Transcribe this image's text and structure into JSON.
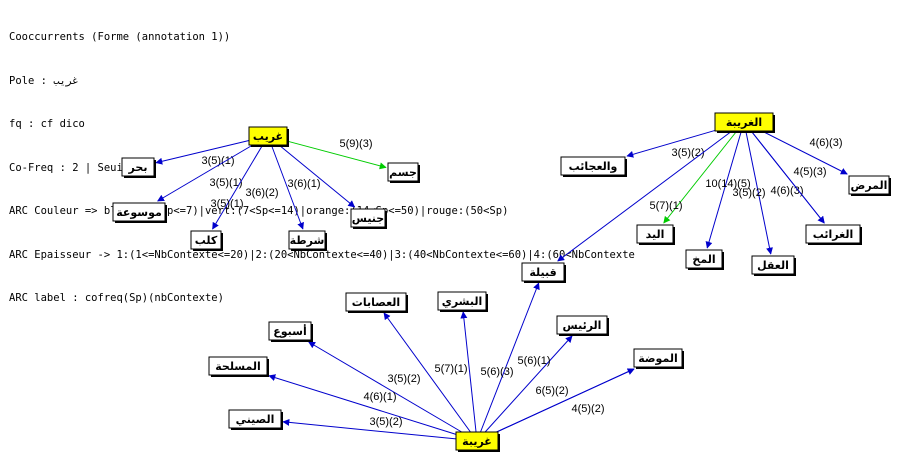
{
  "header": {
    "lines": [
      "Cooccurrents (Forme (annotation 1))",
      "Pole : غريب",
      "fq : cf dico",
      "Co-Freq : 2 | Seuil : 5",
      "ARC Couleur => bleu:(5<=Sp<=7)|vert:(7<Sp<=14)|orange:(14<Sp<=50)|rouge:(50<Sp)",
      "ARC Epaisseur -> 1:(1<=NbContexte<=20)|2:(20<NbContexte<=40)|3:(40<NbContexte<=60)|4:(60<NbContexte",
      "ARC label : cofreq(Sp)(nbContexte)"
    ]
  },
  "colors": {
    "pole_fill": "#ffff00",
    "node_fill": "#ffffff",
    "arc_blue": "#0000cc",
    "arc_green": "#00cc00"
  },
  "graph": {
    "nodes": [
      {
        "id": "g1",
        "label": "غريب",
        "pole": true
      },
      {
        "id": "bahr",
        "label": "بحر"
      },
      {
        "id": "mawsua",
        "label": "موسوعة"
      },
      {
        "id": "kalb",
        "label": "كلب"
      },
      {
        "id": "shurta",
        "label": "شرطة"
      },
      {
        "id": "jins",
        "label": "جنيس"
      },
      {
        "id": "jism",
        "label": "جسم"
      },
      {
        "id": "g2",
        "label": "الغريبة",
        "pole": true
      },
      {
        "id": "ajaib",
        "label": "والعجائب"
      },
      {
        "id": "yad",
        "label": "اليد"
      },
      {
        "id": "mukh",
        "label": "المخ"
      },
      {
        "id": "aql",
        "label": "العقل"
      },
      {
        "id": "gharaib",
        "label": "الغرائب"
      },
      {
        "id": "marad",
        "label": "المرض"
      },
      {
        "id": "g3",
        "label": "غريبة",
        "pole": true
      },
      {
        "id": "qabila",
        "label": "قبيلة"
      },
      {
        "id": "isabat",
        "label": "العصابات"
      },
      {
        "id": "bashari",
        "label": "البشري"
      },
      {
        "id": "usbu",
        "label": "أسبوع"
      },
      {
        "id": "rais",
        "label": "الرئيس"
      },
      {
        "id": "musallaha",
        "label": "المسلحة"
      },
      {
        "id": "mawda",
        "label": "الموضة"
      },
      {
        "id": "sini",
        "label": "الصيني"
      }
    ],
    "edges": [
      {
        "from": "g1",
        "to": "bahr",
        "label": "3(5)(1)",
        "color": "blue"
      },
      {
        "from": "g1",
        "to": "mawsua",
        "label": "3(5)(1)",
        "color": "blue"
      },
      {
        "from": "g1",
        "to": "kalb",
        "label": "3(5)(1)",
        "color": "blue"
      },
      {
        "from": "g1",
        "to": "shurta",
        "label": "3(6)(2)",
        "color": "blue"
      },
      {
        "from": "g1",
        "to": "jins",
        "label": "3(6)(1)",
        "color": "blue"
      },
      {
        "from": "g1",
        "to": "jism",
        "label": "5(9)(3)",
        "color": "green"
      },
      {
        "from": "g2",
        "to": "ajaib",
        "label": "3(5)(2)",
        "color": "blue"
      },
      {
        "from": "g2",
        "to": "qabila",
        "label": "",
        "color": "blue"
      },
      {
        "from": "g2",
        "to": "yad",
        "label": "5(7)(1)",
        "color": "green"
      },
      {
        "from": "g2",
        "to": "mukh",
        "label": "10(14)(5)",
        "color": "blue"
      },
      {
        "from": "g2",
        "to": "aql",
        "label": "3(5)(2)",
        "color": "blue"
      },
      {
        "from": "g2",
        "to": "gharaib",
        "label": "4(6)(3)",
        "color": "blue"
      },
      {
        "from": "g2",
        "to": "gharaib",
        "label": "4(5)(3)",
        "color": "blue"
      },
      {
        "from": "g2",
        "to": "marad",
        "label": "4(6)(3)",
        "color": "blue"
      },
      {
        "from": "g3",
        "to": "isabat",
        "label": "3(5)(2)",
        "color": "blue"
      },
      {
        "from": "g3",
        "to": "bashari",
        "label": "5(7)(1)",
        "color": "blue"
      },
      {
        "from": "g3",
        "to": "qabila",
        "label": "5(6)(3)",
        "color": "blue"
      },
      {
        "from": "g3",
        "to": "usbu",
        "label": "4(6)(1)",
        "color": "blue"
      },
      {
        "from": "g3",
        "to": "rais",
        "label": "5(6)(1)",
        "color": "blue"
      },
      {
        "from": "g3",
        "to": "musallaha",
        "label": "",
        "color": "blue"
      },
      {
        "from": "g3",
        "to": "mawda",
        "label": "6(5)(2)",
        "color": "blue"
      },
      {
        "from": "g3",
        "to": "sini",
        "label": "3(5)(2)",
        "color": "blue"
      },
      {
        "from": "g3",
        "to": "mawda",
        "label": "4(5)(2)",
        "color": "blue"
      }
    ]
  }
}
